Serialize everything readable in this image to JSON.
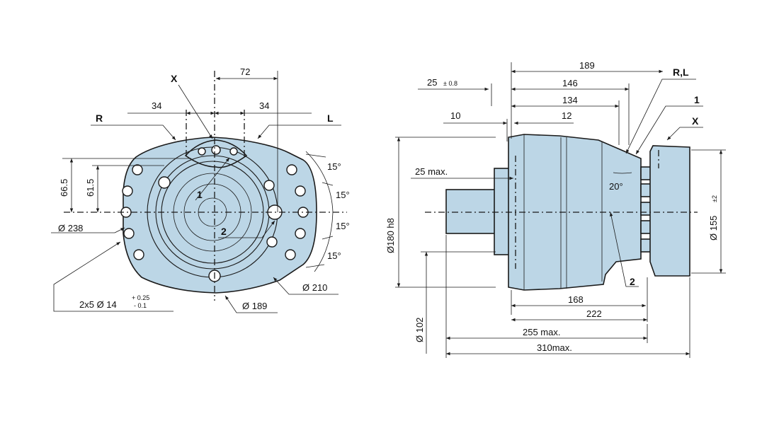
{
  "front_view": {
    "dims": {
      "d72": "72",
      "d34_left": "34",
      "d34_right": "34",
      "d66_5": "66.5",
      "d61_5": "61.5",
      "d238": "Ø 238",
      "bolt_prefix": "2x5 Ø 14",
      "bolt_tol_upper": "+ 0.25",
      "bolt_tol_lower": "- 0.1",
      "d189": "Ø 189",
      "d210": "Ø 210",
      "ang1": "15°",
      "ang2": "15°",
      "ang3": "15°",
      "ang4": "15°"
    },
    "labels": {
      "x": "X",
      "r": "R",
      "l": "L",
      "port1": "1",
      "port2": "2"
    }
  },
  "side_view": {
    "dims": {
      "d189": "189",
      "d146": "146",
      "d134": "134",
      "d25_tol": "25",
      "d25_tol_suffix": "± 0.8",
      "d10": "10",
      "d12": "12",
      "d25max": "25 max.",
      "d180h8": "Ø180 h8",
      "d102": "Ø 102",
      "d155": "Ø 155",
      "d155_tol": "±2",
      "d168": "168",
      "d222": "222",
      "d255max": "255 max.",
      "d310max": "310max.",
      "angle20": "20°"
    },
    "labels": {
      "rl": "R,L",
      "port1": "1",
      "x": "X",
      "port2": "2"
    }
  },
  "colors": {
    "body_fill": "#bcd6e6",
    "line": "#1a1a1a",
    "background": "#ffffff"
  }
}
